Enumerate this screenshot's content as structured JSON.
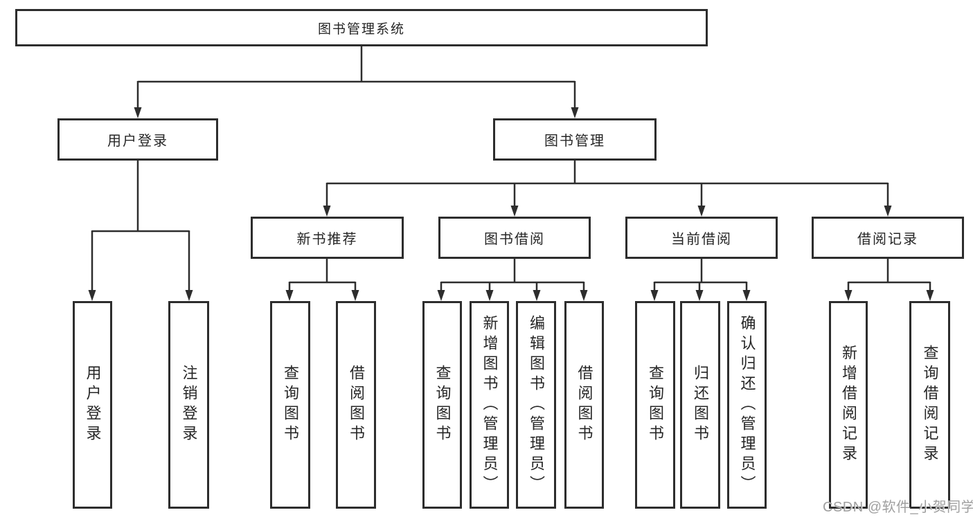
{
  "nodes": {
    "root": "图书管理系统",
    "user_login": "用户登录",
    "book_mgmt": "图书管理",
    "new_book_rec": "新书推荐",
    "book_borrow": "图书借阅",
    "current_borrow": "当前借阅",
    "borrow_record": "借阅记录",
    "user_login_leaf": "用户登录",
    "logout_leaf": "注销登录",
    "newbook_query": "查询图书",
    "newbook_borrow": "借阅图书",
    "borrow_query": "查询图书",
    "borrow_add": "新增图书（管理员）",
    "borrow_edit": "编辑图书（管理员）",
    "borrow_borrow": "借阅图书",
    "current_query": "查询图书",
    "current_return": "归还图书",
    "current_confirm": "确认归还（管理员）",
    "record_add": "新增借阅记录",
    "record_query": "查询借阅记录"
  },
  "watermark": "CSDN @软件_小贺同学",
  "colors": {
    "line": "#2d2d2d",
    "text": "#262626",
    "watermark": "#a0a0a0",
    "background": "#ffffff"
  }
}
